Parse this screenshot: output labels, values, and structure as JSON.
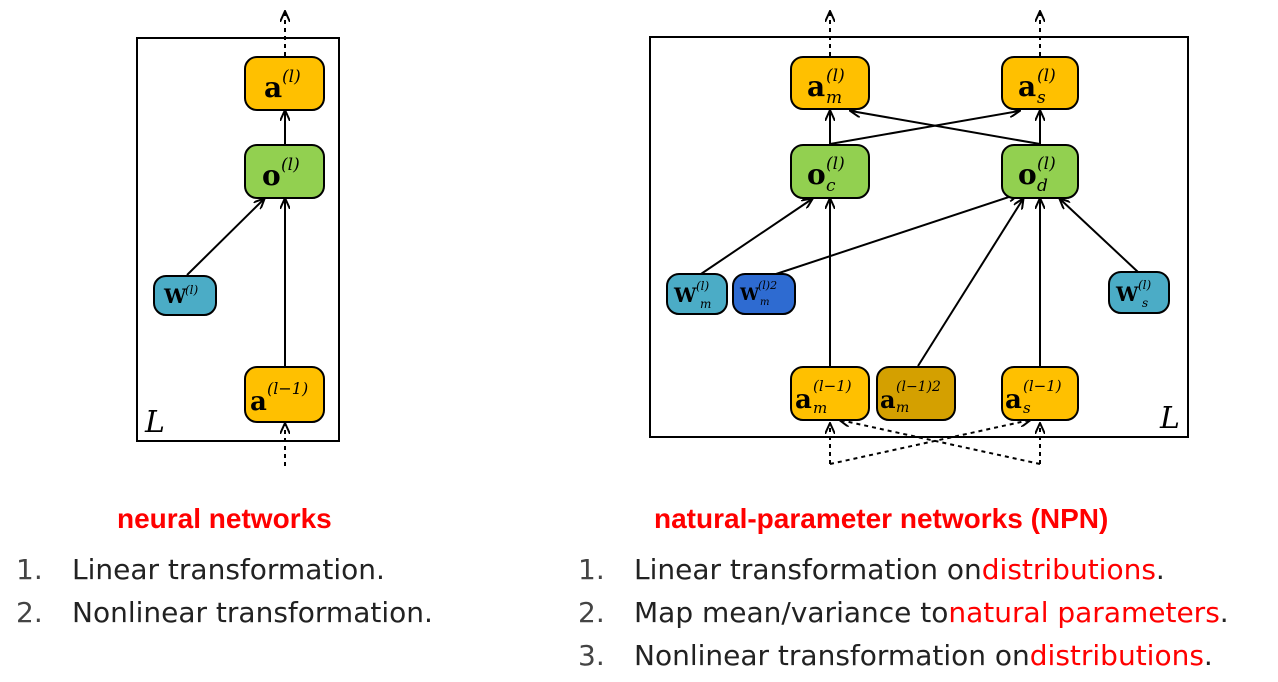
{
  "nn": {
    "caption": "neural networks",
    "plate_label": "L",
    "nodes": {
      "a_out": {
        "base": "a",
        "sup": "(l)"
      },
      "o": {
        "base": "o",
        "sup": "(l)"
      },
      "w": {
        "base": "W",
        "sup": "(l)"
      },
      "a_in": {
        "base": "a",
        "sup": "(l−1)"
      }
    },
    "steps": [
      {
        "num": "1.",
        "text": "Linear transformation."
      },
      {
        "num": "2.",
        "text": "Nonlinear transformation."
      }
    ]
  },
  "npn": {
    "caption": "natural-parameter networks (NPN)",
    "plate_label": "L",
    "nodes": {
      "am_out": {
        "base": "a",
        "sup": "(l)",
        "sub": "m"
      },
      "as_out": {
        "base": "a",
        "sup": "(l)",
        "sub": "s"
      },
      "oc": {
        "base": "o",
        "sup": "(l)",
        "sub": "c"
      },
      "od": {
        "base": "o",
        "sup": "(l)",
        "sub": "d"
      },
      "wm": {
        "base": "W",
        "sup": "(l)",
        "sub": "m"
      },
      "wm2": {
        "base": "W",
        "sup": "(l)2",
        "sub": "m"
      },
      "ws": {
        "base": "W",
        "sup": "(l)",
        "sub": "s"
      },
      "am_in": {
        "base": "a",
        "sup": "(l−1)",
        "sub": "m"
      },
      "am2_in": {
        "base": "a",
        "sup": "(l−1)2",
        "sub": "m"
      },
      "as_in": {
        "base": "a",
        "sup": "(l−1)",
        "sub": "s"
      }
    },
    "steps": [
      {
        "num": "1.",
        "pre": "Linear transformation on ",
        "hl": "distributions",
        "post": "."
      },
      {
        "num": "2.",
        "pre": "Map mean/variance to ",
        "hl": "natural parameters",
        "post": "."
      },
      {
        "num": "3.",
        "pre": "Nonlinear transformation on ",
        "hl": "distributions",
        "post": "."
      }
    ]
  },
  "colors": {
    "activation": "#ffc000",
    "output": "#92d050",
    "weight": "#4bacc6",
    "weight_sq": "#2e6bd1",
    "activation_sq": "#d4a000"
  }
}
